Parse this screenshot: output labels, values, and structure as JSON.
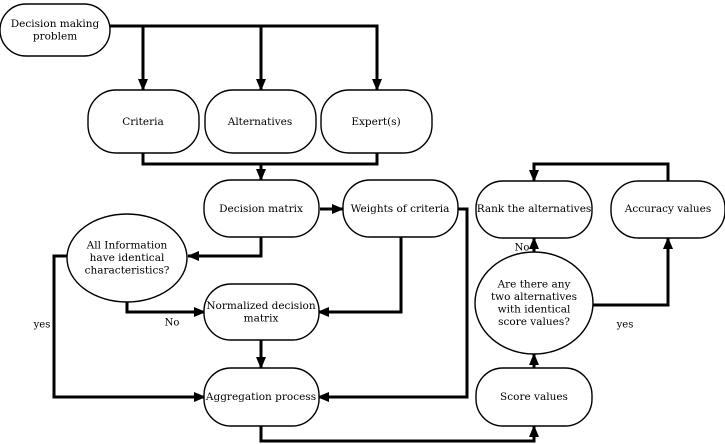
{
  "nodes": {
    "problem": {
      "lines": [
        "Decision making",
        "problem"
      ]
    },
    "criteria": {
      "lines": [
        "Criteria"
      ]
    },
    "alternatives": {
      "lines": [
        "Alternatives"
      ]
    },
    "experts": {
      "lines": [
        "Expert(s)"
      ]
    },
    "decision_matrix": {
      "lines": [
        "Decision matrix"
      ]
    },
    "weights": {
      "lines": [
        "Weights of criteria"
      ]
    },
    "all_info": {
      "lines": [
        "All Information",
        "have identical",
        "characteristics?"
      ]
    },
    "normalized": {
      "lines": [
        "Normalized decision",
        "matrix"
      ]
    },
    "aggregation": {
      "lines": [
        "Aggregation process"
      ]
    },
    "rank": {
      "lines": [
        "Rank the alternatives"
      ]
    },
    "accuracy": {
      "lines": [
        "Accuracy values"
      ]
    },
    "identical_scores": {
      "lines": [
        "Are there any",
        "two alternatives",
        "with identical",
        "score values?"
      ]
    },
    "score": {
      "lines": [
        "Score values"
      ]
    }
  },
  "edge_labels": {
    "no_normalize": "No",
    "yes_aggregate": "yes",
    "no_rank": "No",
    "yes_accuracy": "yes"
  }
}
